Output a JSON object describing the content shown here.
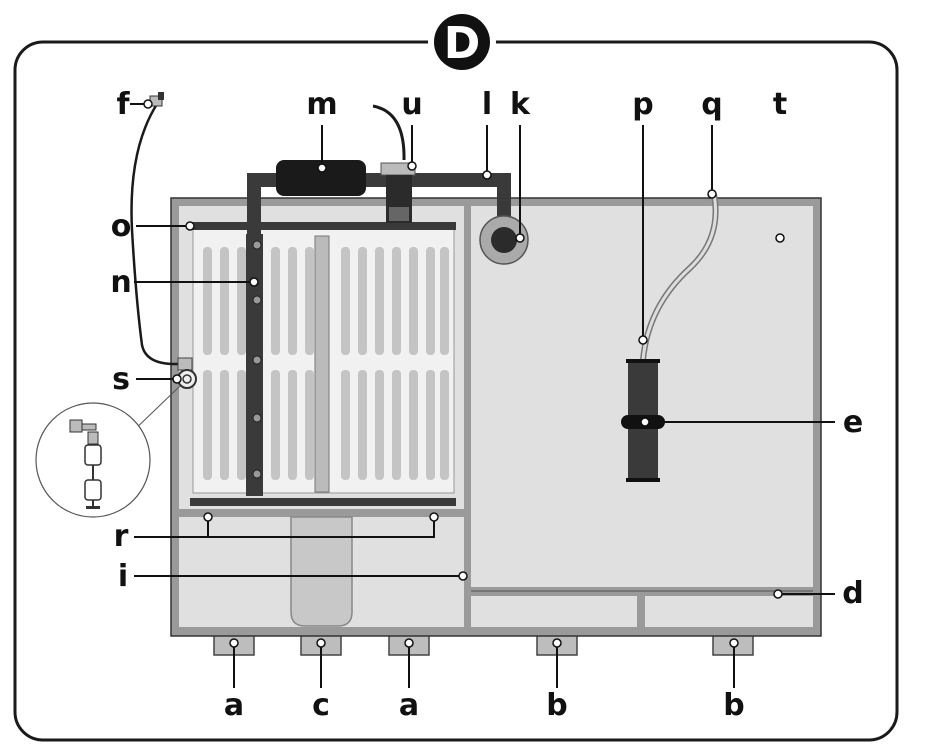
{
  "badge": "D",
  "labels": {
    "a1": "a",
    "c": "c",
    "a2": "a",
    "b1": "b",
    "b2": "b",
    "d": "d",
    "e": "e",
    "f": "f",
    "i": "i",
    "k": "k",
    "l": "l",
    "m": "m",
    "n": "n",
    "o": "o",
    "p": "p",
    "q": "q",
    "r": "r",
    "s": "s",
    "t": "t",
    "u": "u"
  },
  "colors": {
    "outline": "#1a1a1a",
    "tank_frame": "#9a9a9a",
    "tank_fill": "#e0e0e0",
    "drum_slot": "#c4c4c4",
    "pipe": "#3a3a3a",
    "badge_fill": "#111111",
    "badge_text": "#ffffff"
  }
}
